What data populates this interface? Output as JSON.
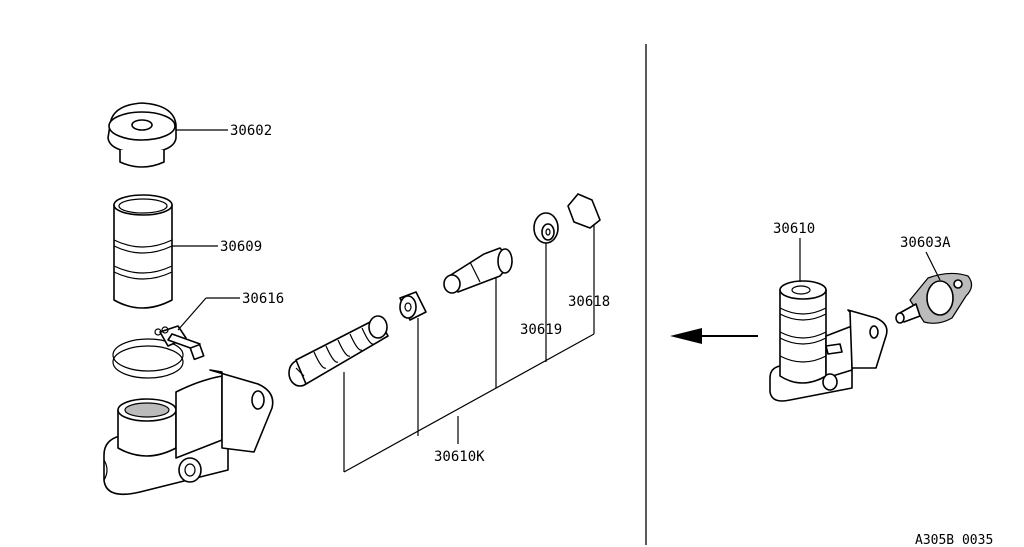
{
  "labels": {
    "p30602": "30602",
    "p30609": "30609",
    "p30616": "30616",
    "p30618": "30618",
    "p30619": "30619",
    "p30610K": "30610K",
    "p30610": "30610",
    "p30603A": "30603A",
    "code": "A305B 0035"
  }
}
